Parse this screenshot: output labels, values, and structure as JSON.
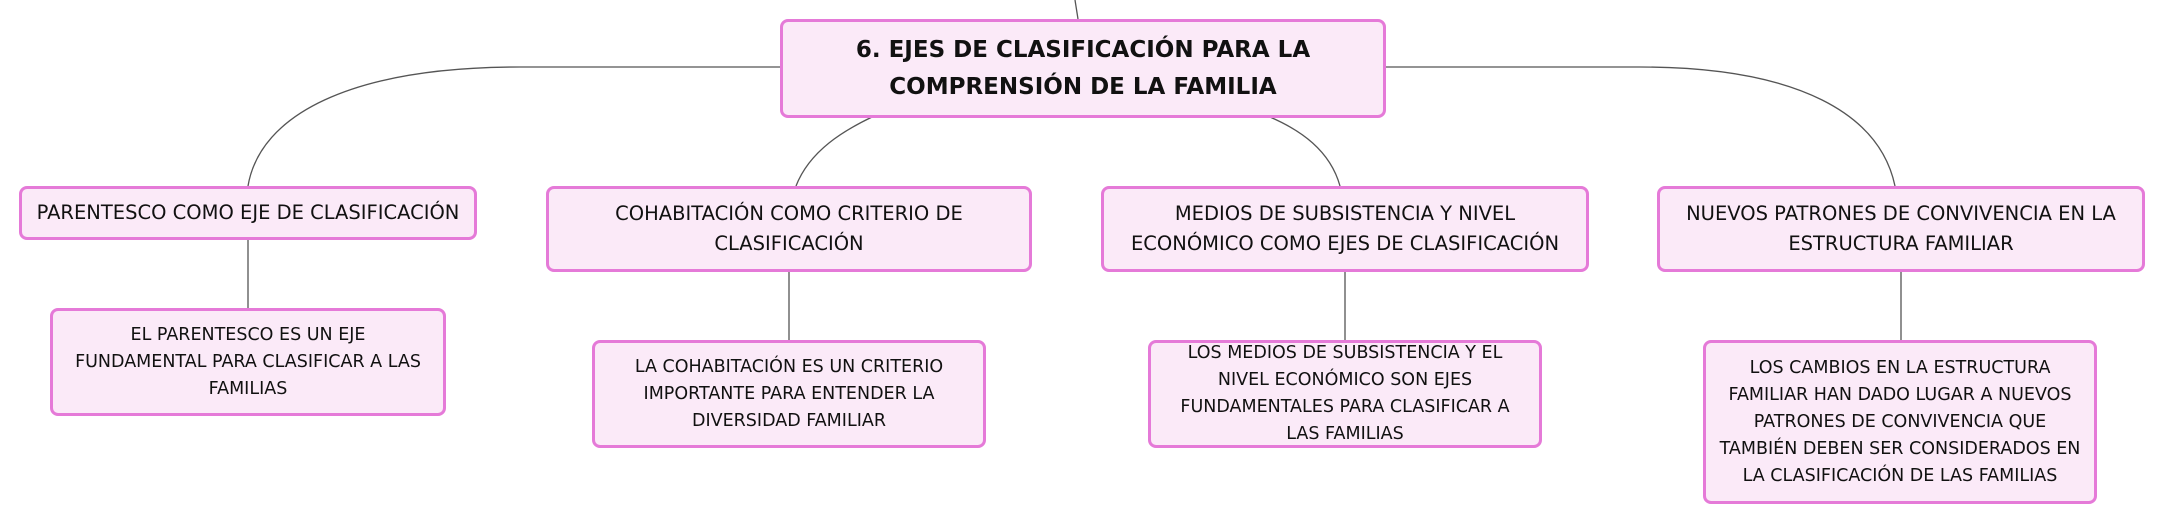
{
  "map": {
    "root": {
      "title": "6. EJES DE CLASIFICACIÓN PARA LA COMPRENSIÓN DE LA FAMILIA"
    },
    "branches": [
      {
        "title": "PARENTESCO COMO EJE DE CLASIFICACIÓN",
        "detail": "EL PARENTESCO ES UN EJE FUNDAMENTAL PARA CLASIFICAR A LAS FAMILIAS"
      },
      {
        "title": "COHABITACIÓN COMO CRITERIO DE CLASIFICACIÓN",
        "detail": "LA COHABITACIÓN ES UN CRITERIO IMPORTANTE PARA ENTENDER LA DIVERSIDAD FAMILIAR"
      },
      {
        "title": "MEDIOS DE SUBSISTENCIA Y NIVEL ECONÓMICO COMO EJES DE CLASIFICACIÓN",
        "detail": "LOS MEDIOS DE SUBSISTENCIA Y EL NIVEL ECONÓMICO SON EJES FUNDAMENTALES PARA CLASIFICAR A LAS FAMILIAS"
      },
      {
        "title": "NUEVOS PATRONES DE CONVIVENCIA EN LA ESTRUCTURA FAMILIAR",
        "detail": "LOS CAMBIOS EN LA ESTRUCTURA FAMILIAR HAN DADO LUGAR A NUEVOS PATRONES DE CONVIVENCIA QUE TAMBIÉN DEBEN SER CONSIDERADOS EN LA CLASIFICACIÓN DE LAS FAMILIAS"
      }
    ]
  },
  "colors": {
    "node_fill": "#fbeaf8",
    "node_border": "#e57ad8",
    "connector": "#555555"
  }
}
